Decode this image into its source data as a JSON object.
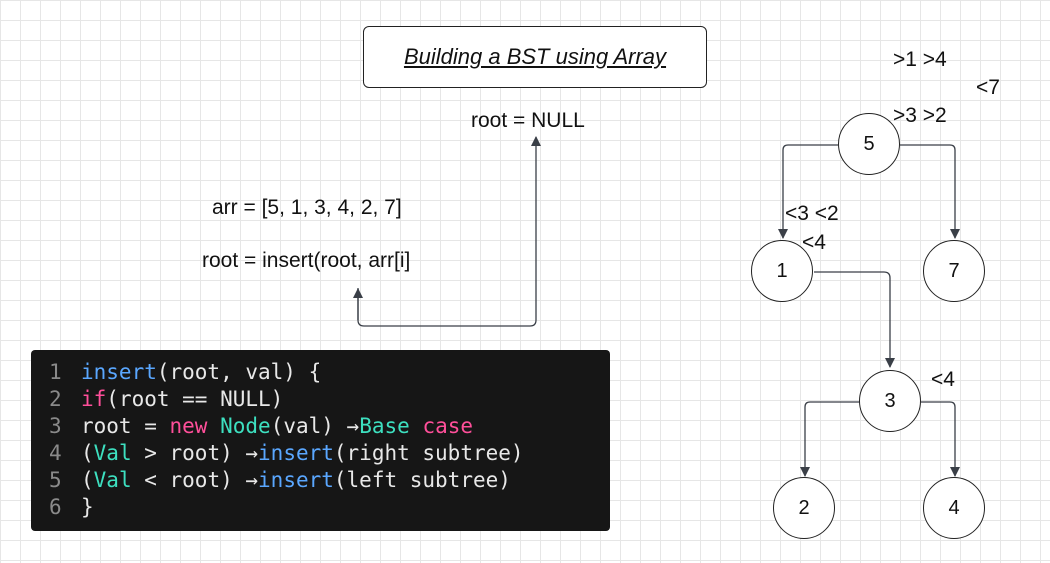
{
  "title": "Building a BST using Array",
  "labels": {
    "root_null": "root = NULL",
    "arr": "arr = [5, 1, 3, 4, 2, 7]",
    "insert_call": "root = insert(root, arr[i]"
  },
  "nodes": [
    "5",
    "1",
    "7",
    "3",
    "2",
    "4"
  ],
  "annotations": {
    "a1": ">1 >4",
    "a2": "<7",
    "a3": ">3 >2",
    "a4": "<3 <2",
    "a5": "<4",
    "a6": "<4"
  },
  "code": {
    "line_numbers": [
      "1",
      "2",
      "3",
      "4",
      "5",
      "6"
    ],
    "l1": {
      "fn": "insert",
      "rest": "(root, val) {"
    },
    "l2": {
      "kw": "if",
      "rest": "(root == NULL)"
    },
    "l3": {
      "a": "root = ",
      "kw": "new",
      "sp": " ",
      "cls": "Node",
      "b": "(val) →",
      "c1": "Base",
      "sp2": " ",
      "c2": "case"
    },
    "l4": {
      "open": "(",
      "cls": "Val",
      "b": " > root) →",
      "fn": "insert",
      "rest": "(right subtree)"
    },
    "l5": {
      "open": "(",
      "cls": "Val",
      "b": " < root) →",
      "fn": "insert",
      "rest": "(left subtree)"
    },
    "l6": {
      "rest": "}"
    }
  }
}
